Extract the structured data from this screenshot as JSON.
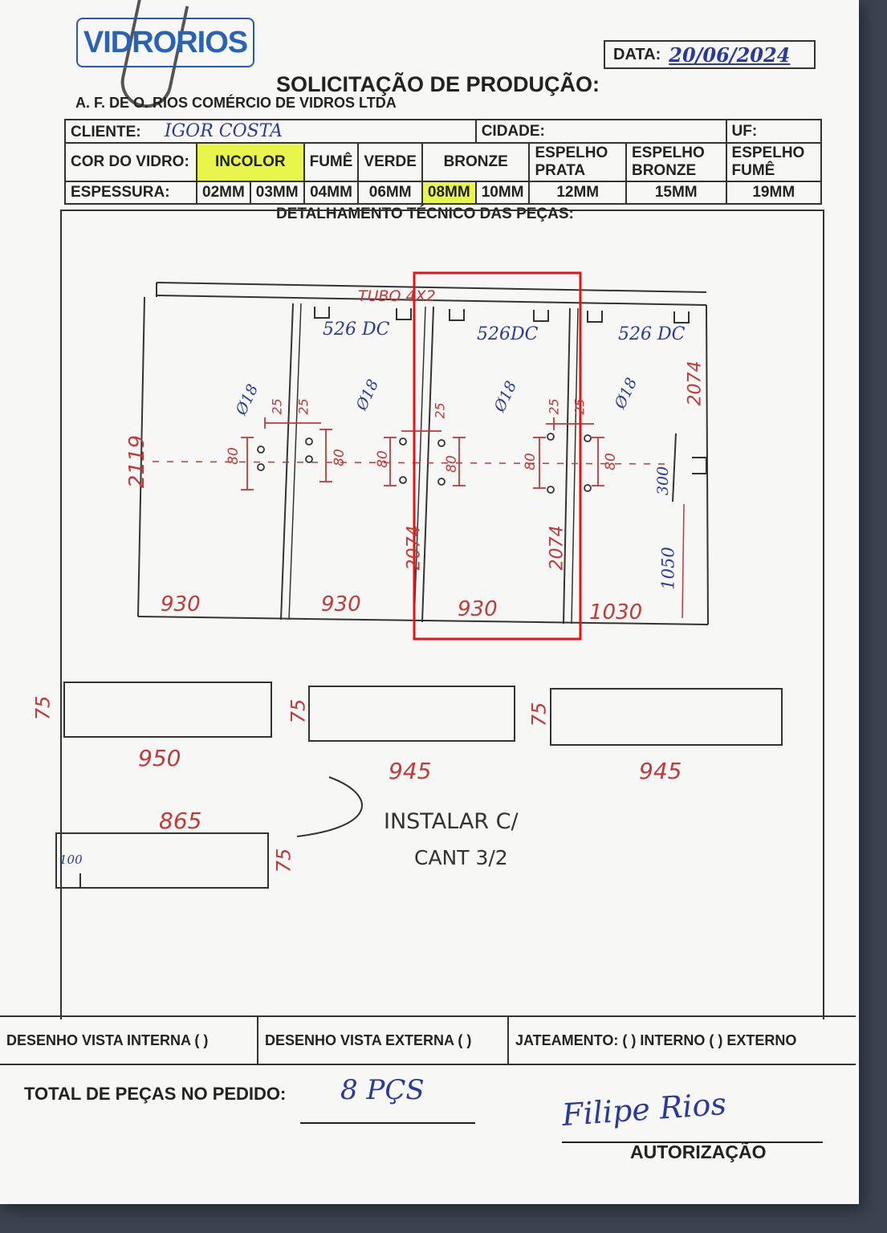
{
  "header": {
    "logo_text": "VIDRORIOS",
    "date_label": "DATA:",
    "date_value": "20/06/2024",
    "title": "SOLICITAÇÃO DE PRODUÇÃO:",
    "company": "A. F. DE O. RIOS COMÉRCIO DE VIDROS LTDA"
  },
  "form": {
    "client_label": "CLIENTE:",
    "client_value": "IGOR COSTA",
    "city_label": "CIDADE:",
    "uf_label": "UF:",
    "color_label": "COR DO VIDRO:",
    "colors": [
      "INCOLOR",
      "FUMÊ",
      "VERDE",
      "BRONZE",
      "ESPELHO PRATA",
      "ESPELHO BRONZE",
      "ESPELHO FUMÊ"
    ],
    "selected_color": "INCOLOR",
    "thickness_label": "ESPESSURA:",
    "thicknesses": [
      "02MM",
      "03MM",
      "04MM",
      "06MM",
      "08MM",
      "10MM",
      "12MM",
      "15MM",
      "19MM"
    ],
    "selected_thickness": "08MM"
  },
  "section_title": "DETALHAMENTO TÉCNICO DAS PEÇAS:",
  "drawing": {
    "top_label": "TUBO 4X2",
    "panel_labels": [
      "526 DC",
      "526DC",
      "526 DC"
    ],
    "hole_label": "Ø18",
    "dim_25": "25",
    "dim_80": "80",
    "height_left": "2119",
    "height_right": "2074",
    "height_mid": "2074",
    "dim_300": "300",
    "dim_1050": "1050",
    "widths": [
      "930",
      "930",
      "930",
      "1030"
    ],
    "bottom_pieces": [
      {
        "width": "950",
        "height": "75"
      },
      {
        "width": "945",
        "height": "75"
      },
      {
        "width": "945",
        "height": "75"
      },
      {
        "width": "865",
        "height": "75"
      }
    ],
    "dim_100": "100",
    "note_line1": "INSTALAR C/",
    "note_line2": "CANT 3/2"
  },
  "footer": {
    "view_internal": "DESENHO VISTA INTERNA ( )",
    "view_external": "DESENHO VISTA EXTERNA ( )",
    "sandblast": "JATEAMENTO: ( ) INTERNO ( ) EXTERNO",
    "total_label": "TOTAL DE PEÇAS NO PEDIDO:",
    "total_value": "8 PÇS",
    "signature": "Filipe Rios",
    "auth_label": "AUTORIZAÇÃO"
  },
  "colors": {
    "ink_blue": "#2b3a9a",
    "ink_red": "#c23939",
    "highlight": "#e8f54a",
    "selection_box": "#e01515"
  }
}
